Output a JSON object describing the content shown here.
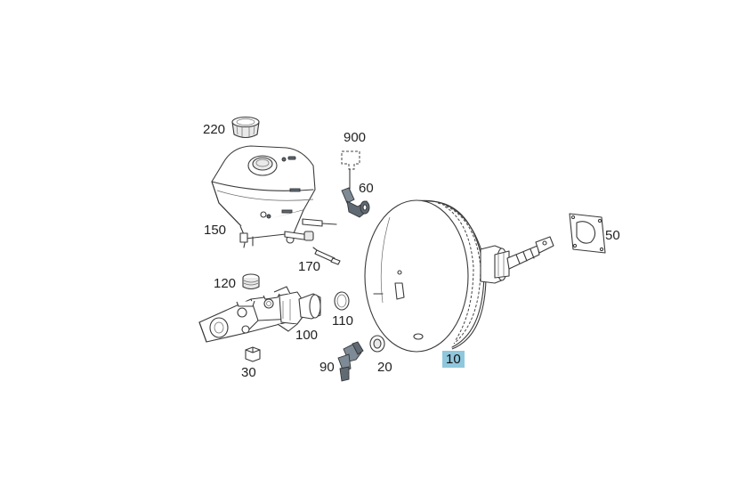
{
  "diagram": {
    "parts": [
      {
        "id": "220",
        "label": "220",
        "highlighted": false
      },
      {
        "id": "900",
        "label": "900",
        "highlighted": false
      },
      {
        "id": "60",
        "label": "60",
        "highlighted": false
      },
      {
        "id": "150",
        "label": "150",
        "highlighted": false
      },
      {
        "id": "170",
        "label": "170",
        "highlighted": false
      },
      {
        "id": "50",
        "label": "50",
        "highlighted": false
      },
      {
        "id": "120",
        "label": "120",
        "highlighted": false
      },
      {
        "id": "110",
        "label": "110",
        "highlighted": false
      },
      {
        "id": "100",
        "label": "100",
        "highlighted": false
      },
      {
        "id": "30",
        "label": "30",
        "highlighted": false
      },
      {
        "id": "90",
        "label": "90",
        "highlighted": false
      },
      {
        "id": "20",
        "label": "20",
        "highlighted": false
      },
      {
        "id": "10",
        "label": "10",
        "highlighted": true
      }
    ],
    "highlight_color": "#8fc7dd"
  }
}
